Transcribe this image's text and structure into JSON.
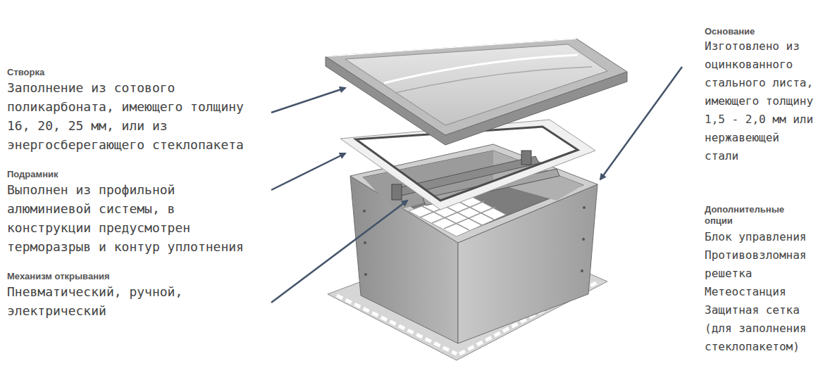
{
  "diagram": {
    "labels": [
      "Створка",
      "Заполнение из сотового поликарбоната, имеющего толщину 16, 20, 25 мм, или из энергосберегающего стеклопакета",
      "Подрамник",
      "Выполнен из профильной алюминиевой системы, в конструкции предусмотрен терморазрыв и контур уплотнения",
      "Механизм открывания",
      "Пневматический, ручной, электрический",
      "Основание",
      "Изготовлено из оцинкованного стального листа, имеющего толщину 1,5 - 2,0 мм или нержавеющей стали",
      "Дополнительные опции",
      "Блок управления",
      "Противовзломная решетка",
      "Метеостанция",
      "Защитная сетка (для заполнения стеклопакетом)"
    ]
  }
}
